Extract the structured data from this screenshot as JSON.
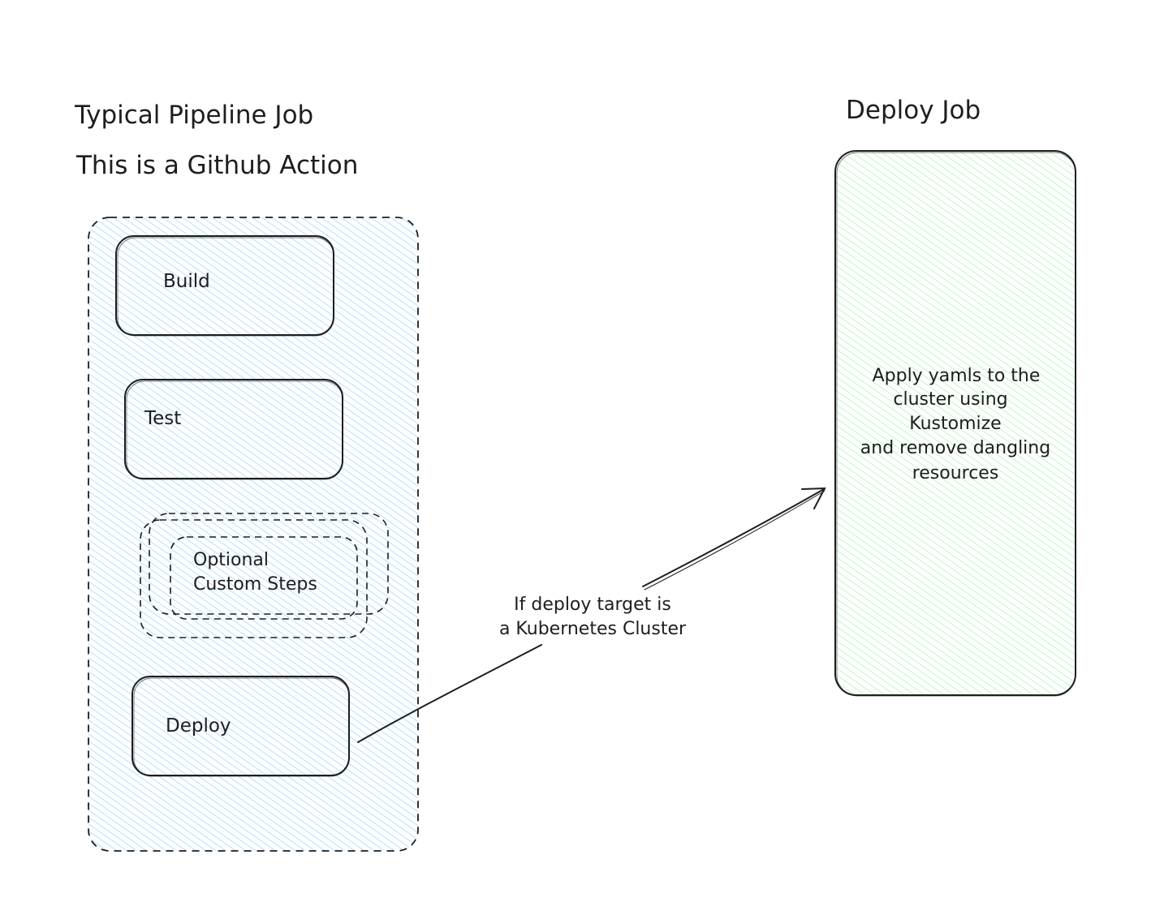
{
  "diagram": {
    "left_title": "Typical Pipeline Job",
    "left_subtitle": "This is a Github Action",
    "right_title": "Deploy Job",
    "steps": {
      "build": "Build",
      "test": "Test",
      "optional": [
        "Optional",
        "Custom Steps"
      ],
      "deploy": "Deploy"
    },
    "deploy_job_text": [
      "Apply yamls to the",
      "cluster using",
      "Kustomize",
      "and remove dangling",
      "resources"
    ],
    "edge_label": [
      "If deploy target is",
      "a Kubernetes Cluster"
    ],
    "colors": {
      "pipeline_fill": "#a5d8ff",
      "deploy_fill": "#b2f2bb",
      "stroke": "#1e1e1e",
      "background": "#ffffff"
    }
  }
}
